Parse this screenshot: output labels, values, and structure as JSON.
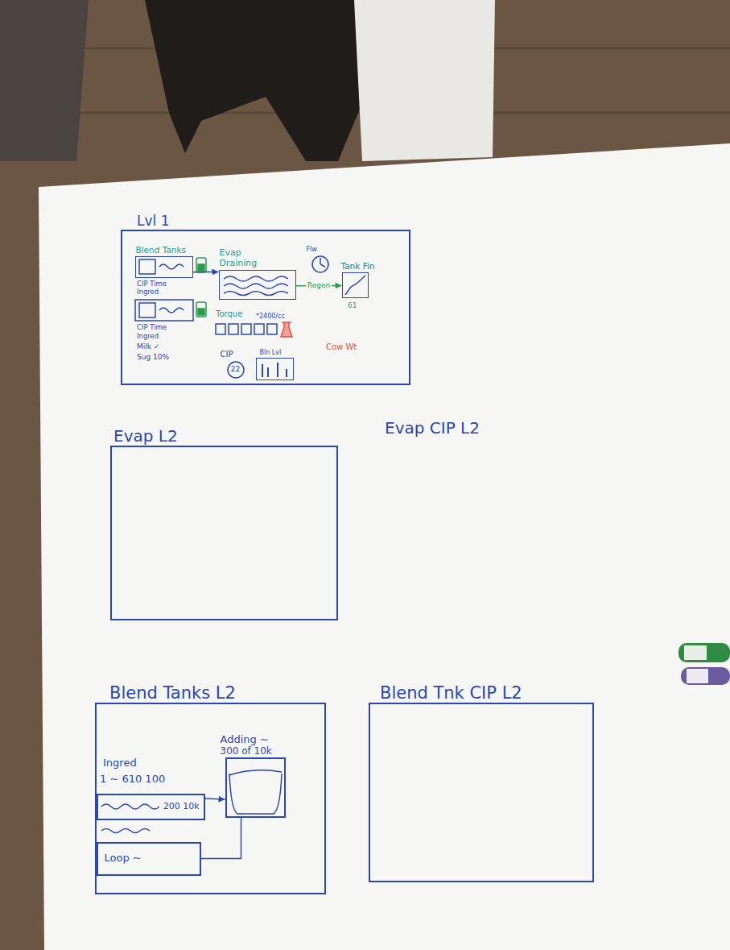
{
  "diagram": {
    "nodes": [
      {
        "text": [
          "Lvl 1"
        ]
      },
      {
        "text": [
          "Blend Tanks"
        ],
        "in": 0
      },
      {
        "text": [
          "Evap Draining"
        ],
        "in": 0
      },
      {
        "text": [
          "Flw"
        ],
        "in": 0
      },
      {
        "text": [
          "Tank Fin"
        ],
        "in": 0
      },
      {
        "text": [
          "CIP",
          "22"
        ],
        "in": 0
      },
      {
        "text": [
          "Bln Lvl"
        ],
        "in": 0
      },
      {
        "text": [
          "Evap L2"
        ]
      },
      {
        "text": [
          "Blend Tanks L2"
        ]
      },
      {
        "text": [
          "Adding ~",
          "300 of 10k"
        ],
        "in": 8
      },
      {
        "text": [
          "200 10k"
        ],
        "in": 8
      },
      {
        "text": [
          "Loop ~"
        ],
        "in": 8
      },
      {
        "text": [
          "Blend Tnk CIP L2"
        ]
      }
    ],
    "edges": [
      {
        "from": 1,
        "to": 2,
        "arrow": "to"
      },
      {
        "from": 2,
        "to": 4,
        "arrow": "to",
        "label": "Regen"
      },
      {
        "from": 10,
        "to": 9,
        "arrow": "to"
      },
      {
        "from": 11,
        "to": 9,
        "arrow": "none"
      }
    ],
    "labels": [
      "CIP Time",
      "Ingred",
      "CIP Time",
      "Ingred",
      "Milk ✓",
      "Sug 10%",
      "Torque",
      "*2400/cc",
      "Cow Wt",
      "61",
      "Evap CIP L2",
      "Ingred",
      "1 ~ 610 100"
    ]
  }
}
